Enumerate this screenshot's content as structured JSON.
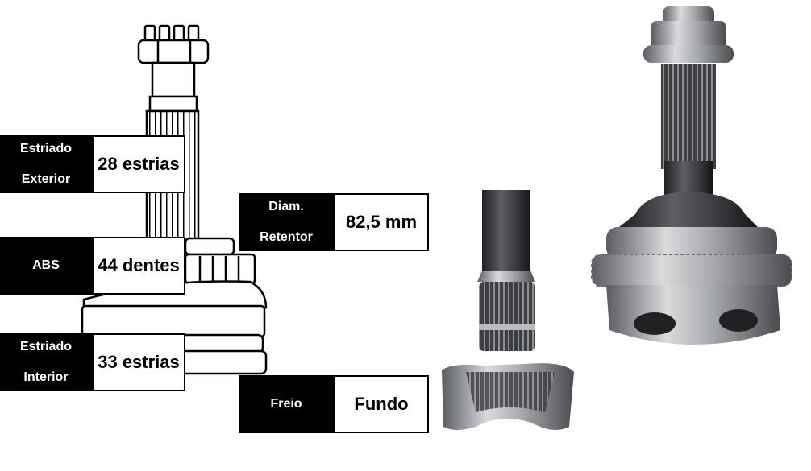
{
  "specs": [
    {
      "label_line1": "Estriado",
      "label_line2": "Exterior",
      "value": "28 estrias"
    },
    {
      "label_line1": "ABS",
      "label_line2": "",
      "value": "44 dentes"
    },
    {
      "label_line1": "Estriado",
      "label_line2": "Interior",
      "value": "33 estrias"
    },
    {
      "label_line1": "Diam.",
      "label_line2": "Retentor",
      "value": "82,5 mm"
    },
    {
      "label_line1": "Freio",
      "label_line2": "",
      "value": "Fundo"
    }
  ],
  "colors": {
    "label_bg": "#000000",
    "label_text": "#ffffff",
    "value_border": "#000000",
    "metal": "#8a8d92",
    "metal_dark": "#2a2c2f"
  }
}
